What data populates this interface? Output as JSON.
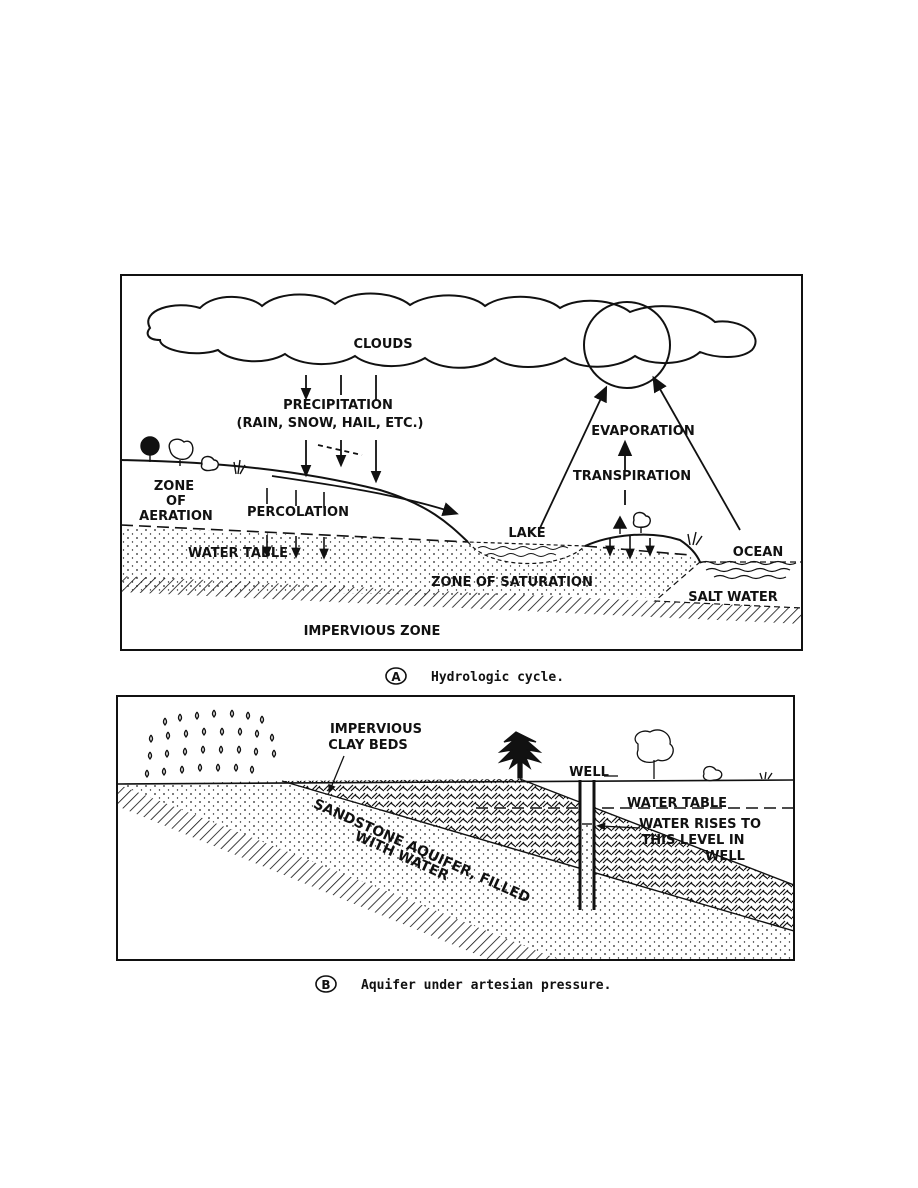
{
  "panel_a": {
    "marker": "A",
    "caption": "Hydrologic cycle.",
    "labels": {
      "clouds": "CLOUDS",
      "precipitation": "PRECIPITATION",
      "precipitation_detail": "(RAIN, SNOW, HAIL, ETC.)",
      "evaporation": "EVAPORATION",
      "transpiration": "TRANSPIRATION",
      "zone_of_aeration_1": "ZONE",
      "zone_of_aeration_2": "OF",
      "zone_of_aeration_3": "AERATION",
      "percolation": "PERCOLATION",
      "lake": "LAKE",
      "ocean": "OCEAN",
      "water_table": "WATER TABLE",
      "zone_of_saturation": "ZONE OF SATURATION",
      "salt_water": "SALT WATER",
      "impervious_zone": "IMPERVIOUS ZONE"
    }
  },
  "panel_b": {
    "marker": "B",
    "caption": "Aquifer under artesian pressure.",
    "labels": {
      "impervious_clay_1": "IMPERVIOUS",
      "impervious_clay_2": "CLAY BEDS",
      "well": "WELL",
      "water_table": "WATER TABLE",
      "water_rises_1": "WATER RISES TO",
      "water_rises_2": "THIS LEVEL IN",
      "water_rises_3": "WELL",
      "aquifer_1": "SANDSTONE AQUIFER, FILLED",
      "aquifer_2": "WITH WATER"
    }
  }
}
